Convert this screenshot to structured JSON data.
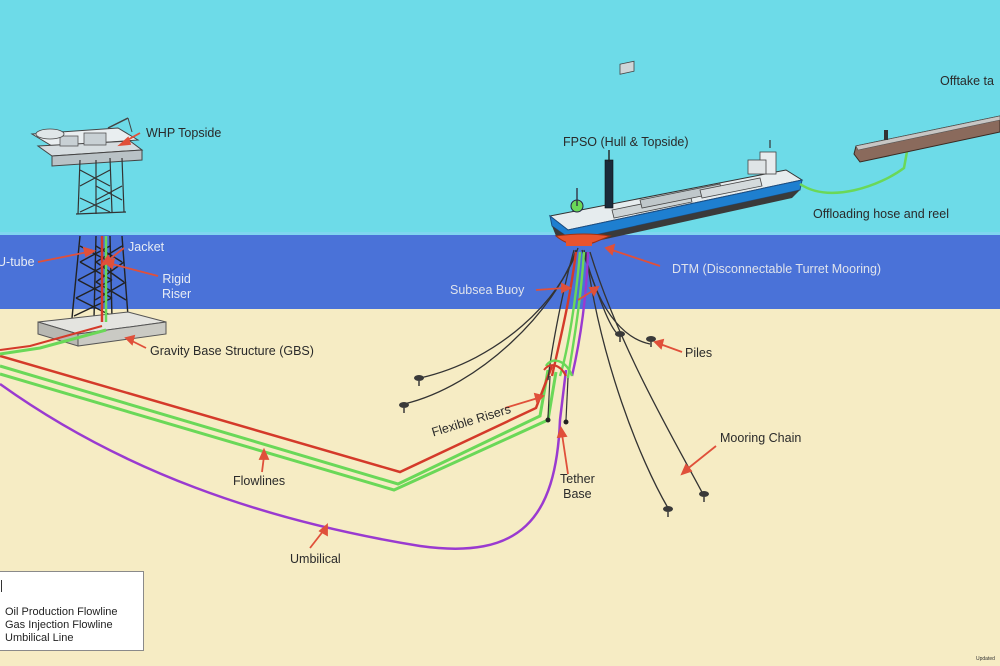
{
  "labels": {
    "whp_topside": "WHP Topside",
    "jacket": "Jacket",
    "u_tube": "U-tube",
    "rigid_riser": "Rigid\nRiser",
    "gbs": "Gravity Base Structure (GBS)",
    "fpso": "FPSO (Hull & Topside)",
    "offtake": "Offtake ta",
    "offloading": "Offloading hose and reel",
    "dtm": "DTM (Disconnectable Turret Mooring)",
    "subsea_buoy": "Subsea Buoy",
    "piles": "Piles",
    "flexible_risers": "Flexible Risers",
    "mooring_chain": "Mooring Chain",
    "tether_base": "Tether\nBase",
    "flowlines": "Flowlines",
    "umbilical": "Umbilical"
  },
  "legend": {
    "items": [
      "Oil Production Flowline",
      "Gas Injection Flowline",
      "Umbilical Line"
    ]
  },
  "footer": {
    "tag": "Updated"
  },
  "colors": {
    "sky": "#6ddbe8",
    "sea": "#4a72d8",
    "seabed": "#f6ecc4",
    "oil_line": "#d43a2a",
    "gas_line": "#6ad858",
    "umbilical_line": "#9a3ad0",
    "arrow": "#e0503a",
    "hull": "#1e7fd0",
    "turret": "#e8542e"
  }
}
